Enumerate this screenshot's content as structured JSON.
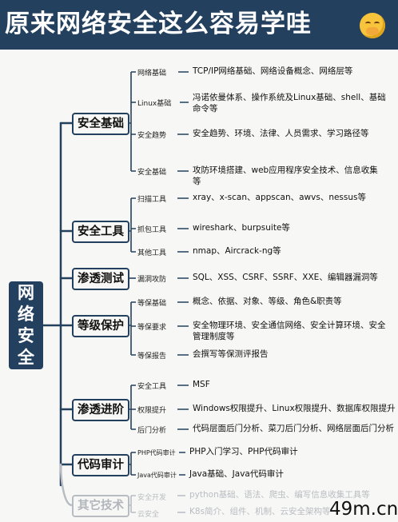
{
  "title": "原来网络安全这么容易学哇",
  "root": "网络安全",
  "categories": [
    {
      "name": "安全基础",
      "items": [
        {
          "label": "网络基础",
          "text": "TCP/IP网络基础、网络设备概念、网络层等"
        },
        {
          "label": "Linux基础",
          "text": "冯诺依曼体系、操作系统及Linux基础、shell、基础命令等"
        },
        {
          "label": "安全趋势",
          "text": "安全趋势、环境、法律、人员需求、学习路径等"
        },
        {
          "label": "安全基础",
          "text": "攻防环境搭建、web应用程序安全技术、信息收集等"
        }
      ]
    },
    {
      "name": "安全工具",
      "items": [
        {
          "label": "扫描工具",
          "text": "xray、x-scan、appscan、awvs、nessus等"
        },
        {
          "label": "抓包工具",
          "text": "wireshark、burpsuite等"
        },
        {
          "label": "其他工具",
          "text": "nmap、Aircrack-ng等"
        }
      ]
    },
    {
      "name": "渗透测试",
      "items": [
        {
          "label": "漏洞攻防",
          "text": "SQL、XSS、CSRF、SSRF、XXE、编辑器漏洞等"
        }
      ]
    },
    {
      "name": "等级保护",
      "items": [
        {
          "label": "等保基础",
          "text": "概念、依据、对象、等级、角色&职责等"
        },
        {
          "label": "等保要求",
          "text": "安全物理环境、安全通信网络、安全计算环境、安全管理制度等"
        },
        {
          "label": "等保报告",
          "text": "会撰写等保测评报告"
        }
      ]
    },
    {
      "name": "渗透进阶",
      "items": [
        {
          "label": "安全工具",
          "text": "MSF"
        },
        {
          "label": "权限提升",
          "text": "Windows权限提升、Linux权限提升、数据库权限提升"
        },
        {
          "label": "后门分析",
          "text": "代码层面后门分析、菜刀后门分析、网络层面后门分析"
        }
      ]
    },
    {
      "name": "代码审计",
      "items": [
        {
          "label": "PHP代码审计",
          "text": "PHP入门学习、PHP代码审计"
        },
        {
          "label": "Java代码审计",
          "text": "Java基础、Java代码审计"
        }
      ]
    },
    {
      "name": "其它技术",
      "items": [
        {
          "label": "安全开发",
          "text": "python基础、语法、爬虫、编写信息收集工具等"
        },
        {
          "label": "云安全",
          "text": "K8s简介、组件、机制、云安全架构等"
        }
      ]
    }
  ],
  "watermark": "49m.cn",
  "colors": {
    "banner": "#24405f",
    "line": "#24405f",
    "faded": "#b7bcc3"
  },
  "icons": {
    "banner_emoji": "face-with-hand-over-mouth-icon"
  }
}
